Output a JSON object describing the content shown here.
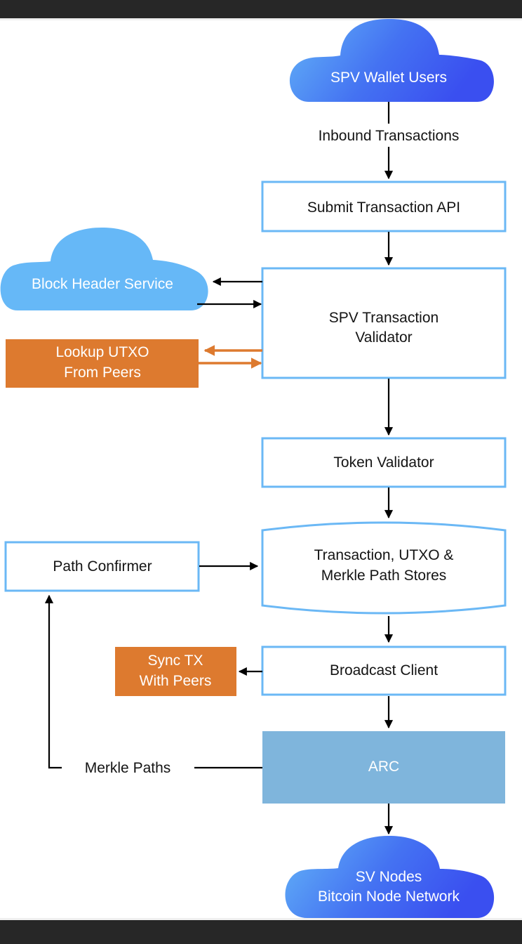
{
  "colors": {
    "box_border": "#6bb8f5",
    "orange": "#dd7a2f",
    "arc_fill": "#7fb5dc",
    "cloud_light": "#66b8f7",
    "cloud_grad_start": "#63b4f7",
    "cloud_grad_end": "#3a4ff0",
    "arrow": "#000000",
    "chrome_dark": "#272727"
  },
  "nodes": {
    "spv_wallet_users": {
      "label": "SPV Wallet Users",
      "shape": "cloud"
    },
    "inbound_label": {
      "label": "Inbound Transactions"
    },
    "submit_api": {
      "label": "Submit Transaction API",
      "shape": "box"
    },
    "block_header_service": {
      "label": "Block Header Service",
      "shape": "cloud"
    },
    "spv_validator": {
      "line1": "SPV Transaction",
      "line2": "Validator",
      "shape": "box"
    },
    "lookup_utxo": {
      "line1": "Lookup UTXO",
      "line2": "From Peers",
      "shape": "orange-box"
    },
    "token_validator": {
      "label": "Token Validator",
      "shape": "box"
    },
    "stores": {
      "line1": "Transaction, UTXO &",
      "line2": "Merkle Path Stores",
      "shape": "storage"
    },
    "path_confirmer": {
      "label": "Path Confirmer",
      "shape": "box"
    },
    "broadcast_client": {
      "label": "Broadcast Client",
      "shape": "box"
    },
    "sync_tx": {
      "line1": "Sync TX",
      "line2": "With Peers",
      "shape": "orange-box"
    },
    "arc": {
      "label": "ARC",
      "shape": "filled-box"
    },
    "merkle_paths_label": {
      "label": "Merkle Paths"
    },
    "sv_nodes": {
      "line1": "SV Nodes",
      "line2": "Bitcoin Node Network",
      "shape": "cloud"
    }
  },
  "edges": [
    {
      "from": "SPV Wallet Users",
      "to": "Submit Transaction API",
      "label": "Inbound Transactions"
    },
    {
      "from": "Submit Transaction API",
      "to": "SPV Transaction Validator"
    },
    {
      "from": "SPV Transaction Validator",
      "to": "Block Header Service"
    },
    {
      "from": "Block Header Service",
      "to": "SPV Transaction Validator"
    },
    {
      "from": "SPV Transaction Validator",
      "to": "Lookup UTXO From Peers"
    },
    {
      "from": "Lookup UTXO From Peers",
      "to": "SPV Transaction Validator"
    },
    {
      "from": "SPV Transaction Validator",
      "to": "Token Validator"
    },
    {
      "from": "Token Validator",
      "to": "Transaction, UTXO & Merkle Path Stores"
    },
    {
      "from": "Path Confirmer",
      "to": "Transaction, UTXO & Merkle Path Stores"
    },
    {
      "from": "Transaction, UTXO & Merkle Path Stores",
      "to": "Broadcast Client"
    },
    {
      "from": "Broadcast Client",
      "to": "Sync TX With Peers"
    },
    {
      "from": "Broadcast Client",
      "to": "ARC"
    },
    {
      "from": "ARC",
      "to": "Path Confirmer",
      "label": "Merkle Paths"
    },
    {
      "from": "ARC",
      "to": "SV Nodes Bitcoin Node Network"
    }
  ]
}
